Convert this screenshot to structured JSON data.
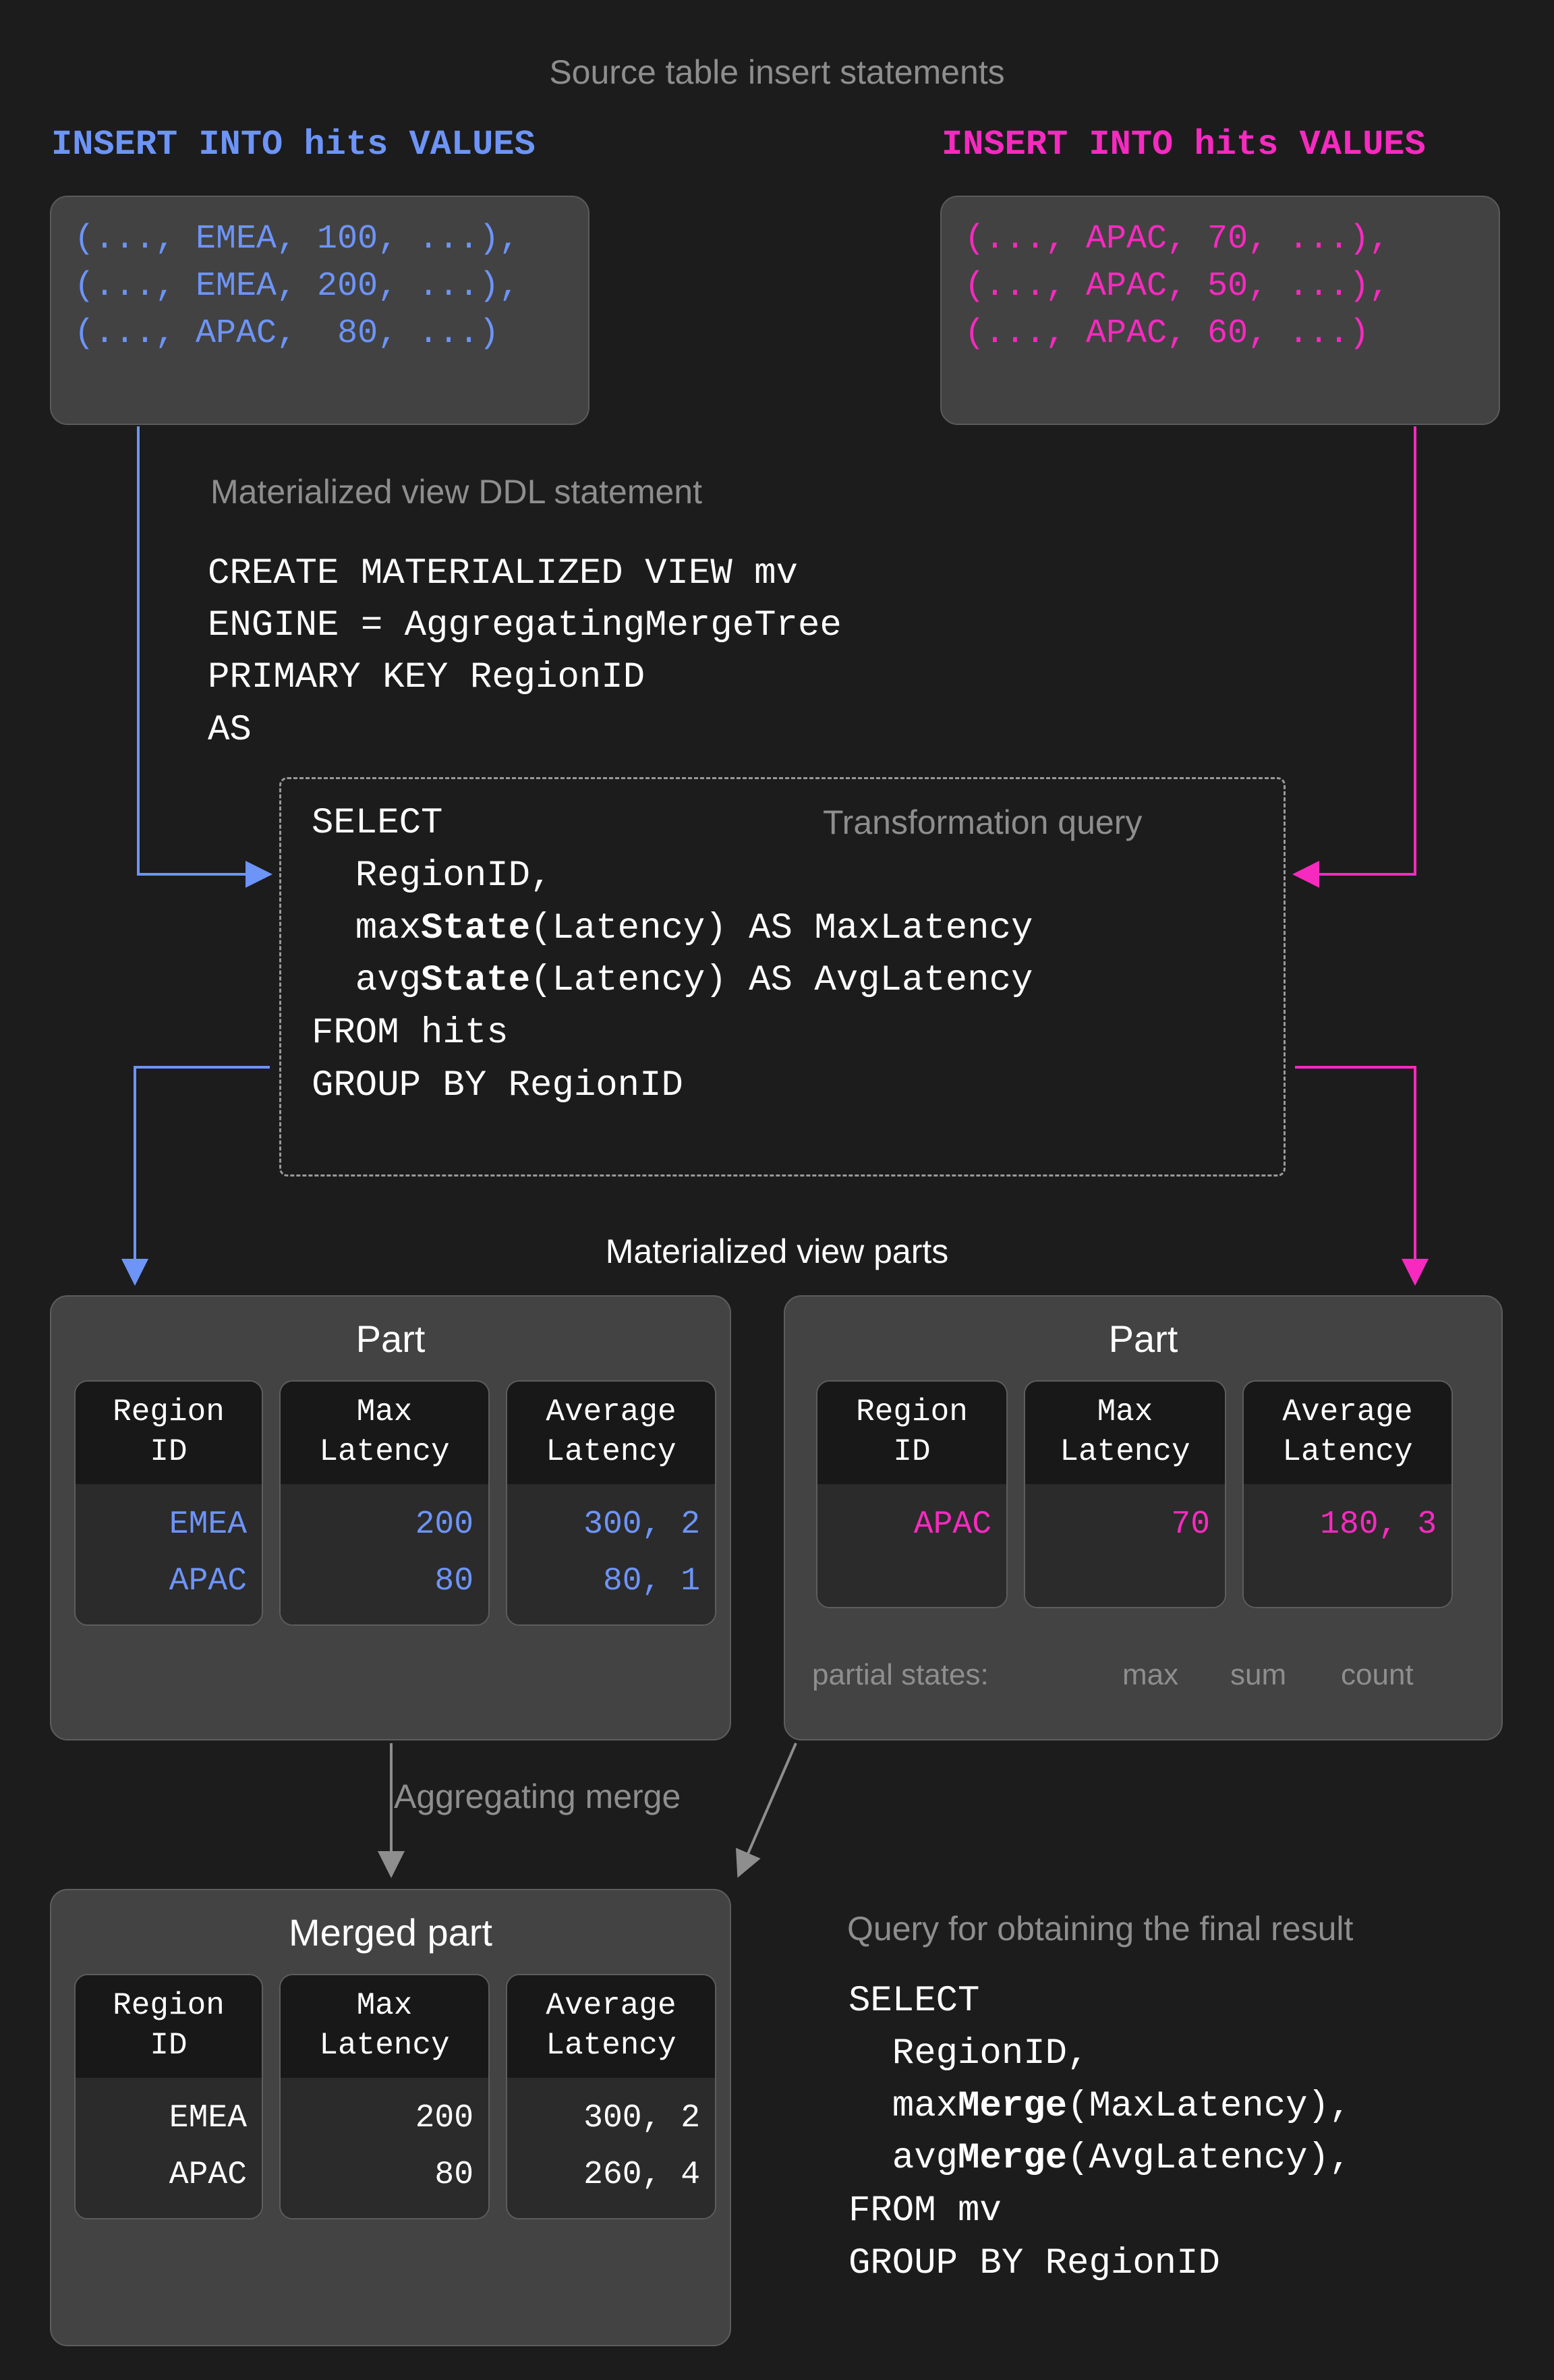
{
  "colors": {
    "background": "#1c1c1c",
    "blue": "#6d94f7",
    "pink": "#f72ac0",
    "gray_label": "#8e8e8e",
    "white": "#ffffff",
    "card_bg": "#434343",
    "cell_bg": "#2b2b2b"
  },
  "headers": {
    "source_inserts": "Source table insert statements",
    "mv_ddl": "Materialized view DDL statement",
    "transformation_query": "Transformation query",
    "mv_parts": "Materialized view parts",
    "aggregating_merge": "Aggregating merge",
    "final_query": "Query for obtaining the final result"
  },
  "inserts": [
    {
      "id": "insert-blue",
      "color": "#6d94f7",
      "statement": "INSERT INTO hits VALUES",
      "rows": [
        "(..., EMEA, 100, ...),",
        "(..., EMEA, 200, ...),",
        "(..., APAC,  80, ...)"
      ]
    },
    {
      "id": "insert-pink",
      "color": "#f72ac0",
      "statement": "INSERT INTO hits VALUES",
      "rows": [
        "(..., APAC, 70, ...),",
        "(..., APAC, 50, ...),",
        "(..., APAC, 60, ...)"
      ]
    }
  ],
  "ddl": {
    "lines": [
      "CREATE MATERIALIZED VIEW mv",
      "ENGINE = AggregatingMergeTree",
      "PRIMARY KEY RegionID",
      "AS"
    ]
  },
  "transformation_query": {
    "lines": [
      {
        "pre": "SELECT",
        "bold": "",
        "post": ""
      },
      {
        "pre": "  RegionID,",
        "bold": "",
        "post": ""
      },
      {
        "pre": "  max",
        "bold": "State",
        "post": "(Latency) AS MaxLatency"
      },
      {
        "pre": "  avg",
        "bold": "State",
        "post": "(Latency) AS AvgLatency"
      },
      {
        "pre": "FROM hits",
        "bold": "",
        "post": ""
      },
      {
        "pre": "GROUP BY RegionID",
        "bold": "",
        "post": ""
      }
    ]
  },
  "parts": [
    {
      "id": "part-blue",
      "title": "Part",
      "value_color": "#6d94f7",
      "columns": [
        {
          "header": "Region\nID",
          "values": [
            "EMEA",
            "APAC"
          ]
        },
        {
          "header": "Max\nLatency",
          "values": [
            "200",
            "80"
          ]
        },
        {
          "header": "Average\nLatency",
          "values": [
            "300, 2",
            "80, 1"
          ]
        }
      ]
    },
    {
      "id": "part-pink",
      "title": "Part",
      "value_color": "#f72ac0",
      "columns": [
        {
          "header": "Region\nID",
          "values": [
            "APAC"
          ]
        },
        {
          "header": "Max\nLatency",
          "values": [
            "70"
          ]
        },
        {
          "header": "Average\nLatency",
          "values": [
            "180, 3"
          ]
        }
      ],
      "partial_states": {
        "label": "partial states:",
        "items": [
          "max",
          "sum",
          "count"
        ]
      }
    }
  ],
  "merged_part": {
    "id": "merged-part",
    "title": "Merged part",
    "value_color": "#ffffff",
    "columns": [
      {
        "header": "Region\nID",
        "values": [
          "EMEA",
          "APAC"
        ]
      },
      {
        "header": "Max\nLatency",
        "values": [
          "200",
          "80"
        ]
      },
      {
        "header": "Average\nLatency",
        "values": [
          "300, 2",
          "260, 4"
        ]
      }
    ]
  },
  "final_query": {
    "lines": [
      {
        "pre": "SELECT",
        "bold": "",
        "post": ""
      },
      {
        "pre": "  RegionID,",
        "bold": "",
        "post": ""
      },
      {
        "pre": "  max",
        "bold": "Merge",
        "post": "(MaxLatency),"
      },
      {
        "pre": "  avg",
        "bold": "Merge",
        "post": "(AvgLatency),"
      },
      {
        "pre": "FROM mv",
        "bold": "",
        "post": ""
      },
      {
        "pre": "GROUP BY RegionID",
        "bold": "",
        "post": ""
      }
    ]
  }
}
